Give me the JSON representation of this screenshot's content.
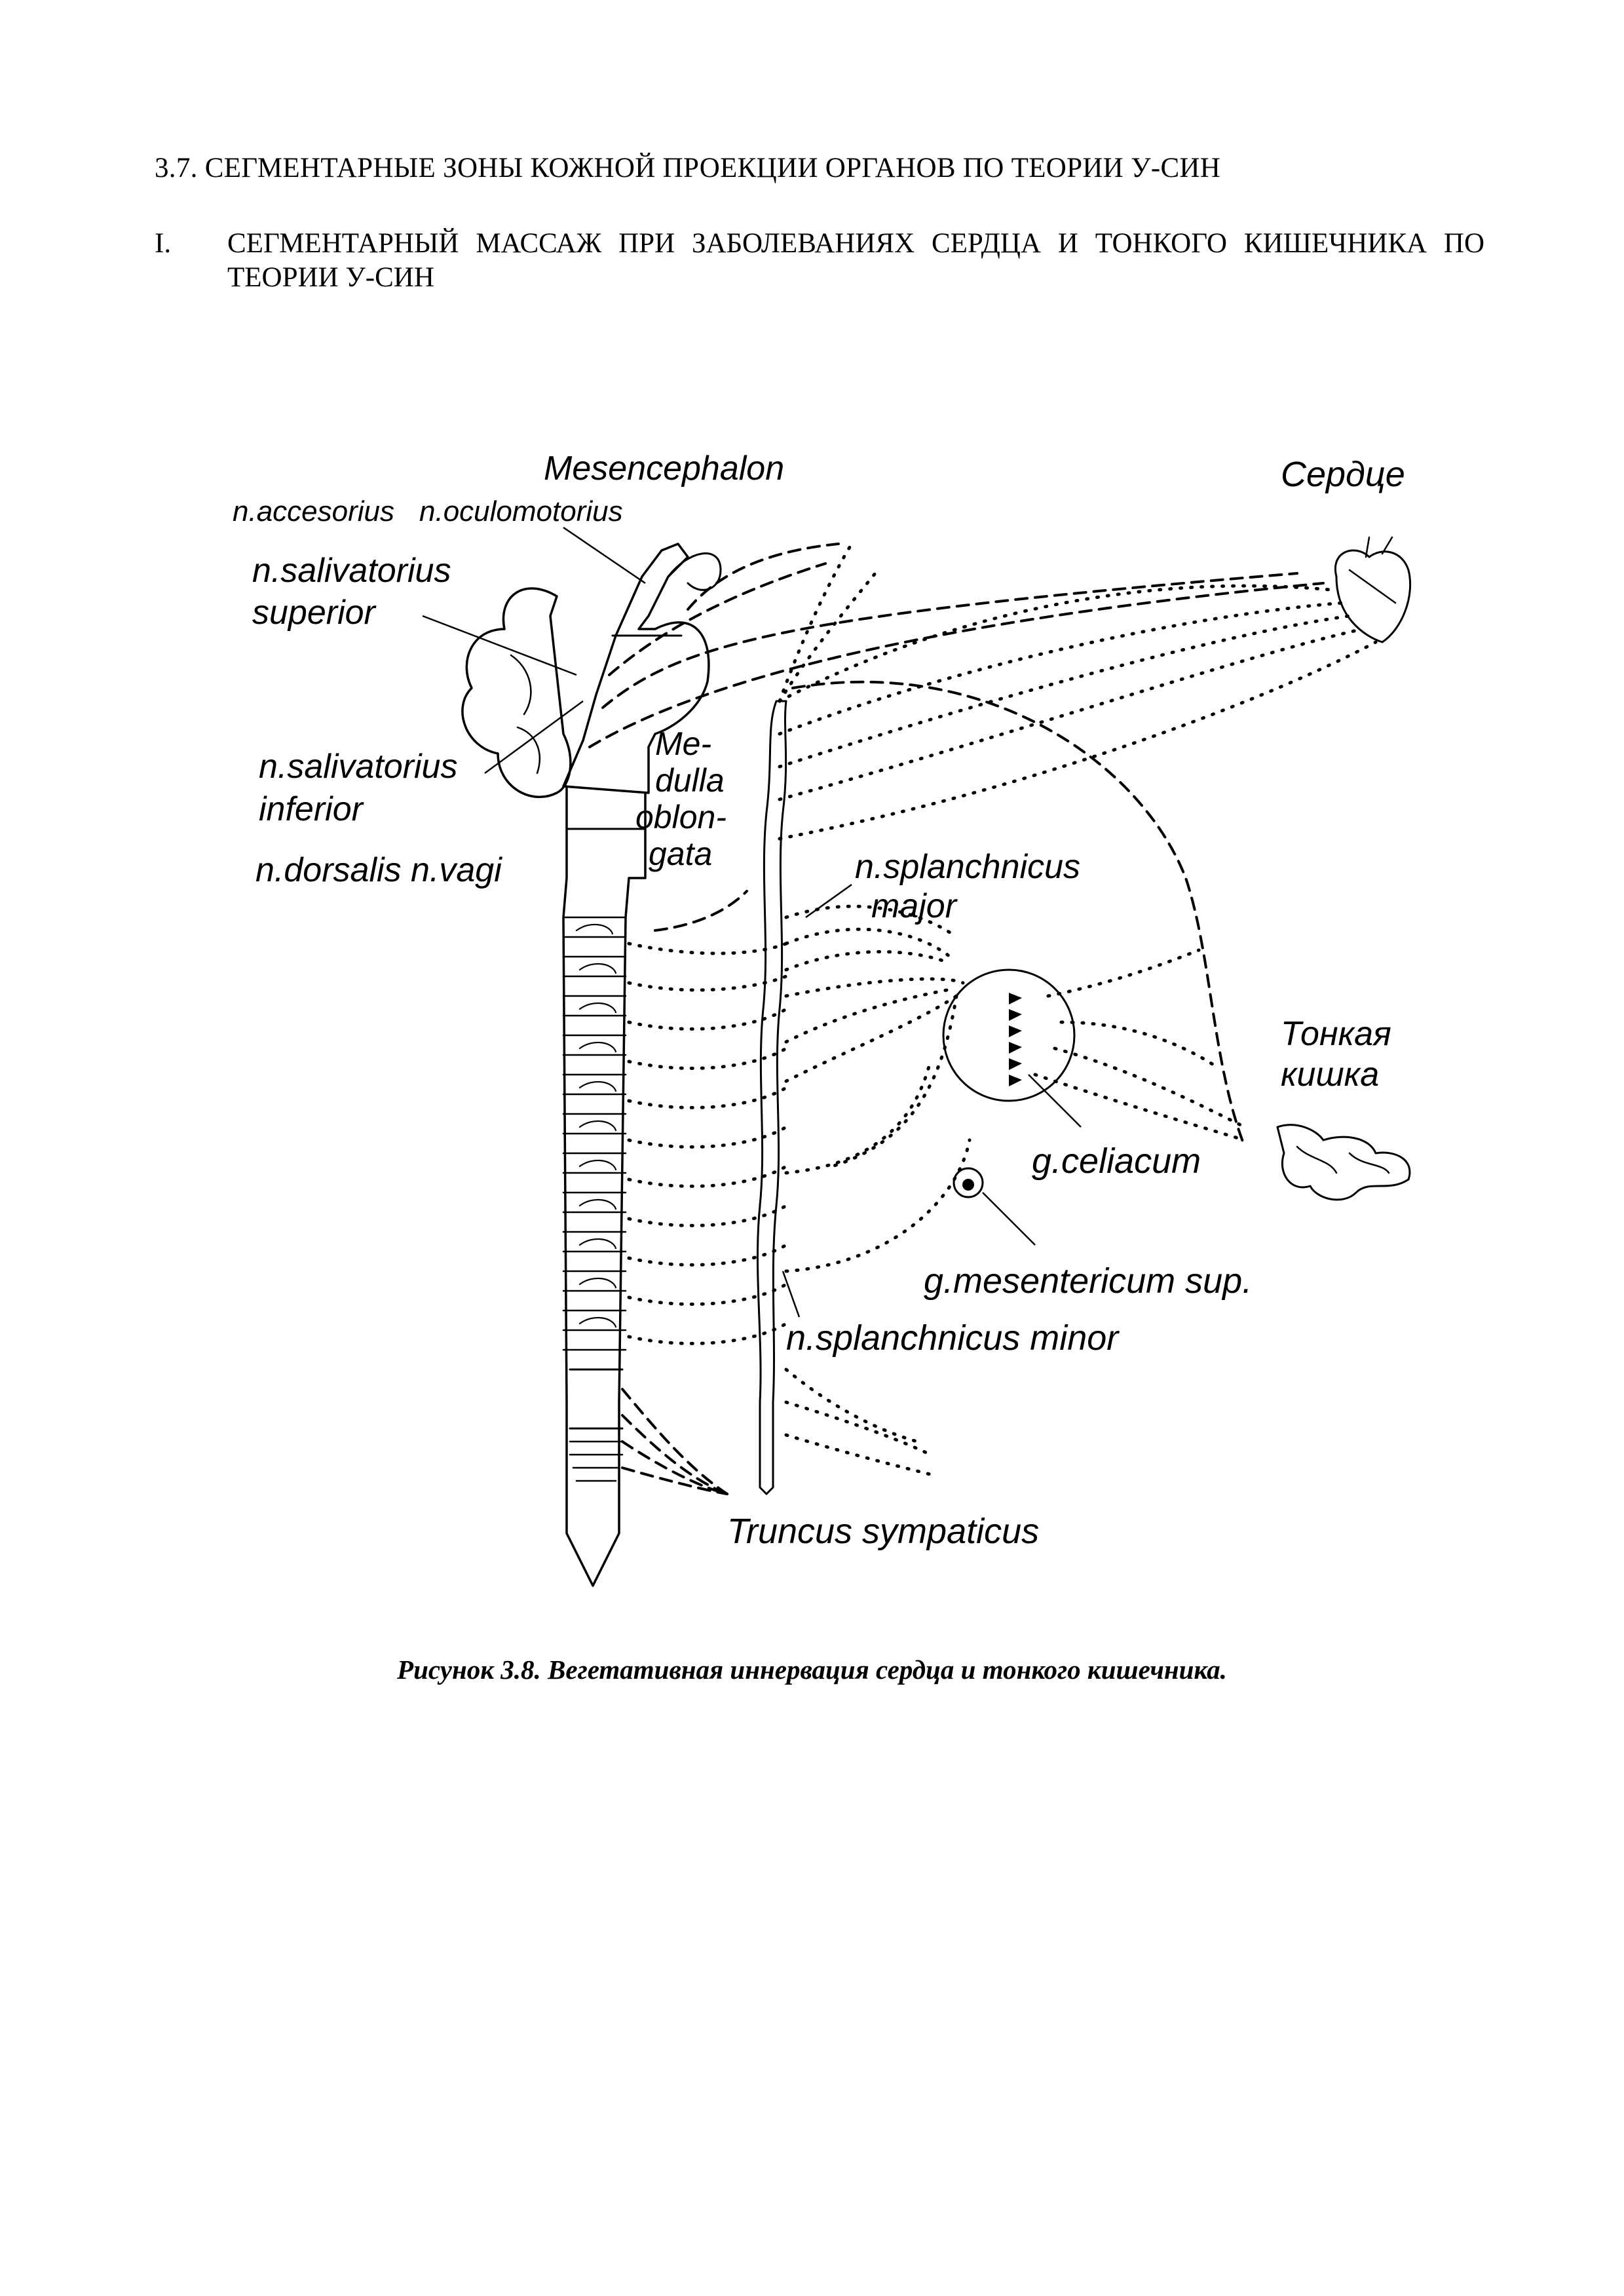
{
  "heading": "3.7. СЕГМЕНТАРНЫЕ ЗОНЫ КОЖНОЙ ПРОЕКЦИИ ОРГАНОВ ПО ТЕОРИИ У-СИН",
  "subsection": {
    "number": "I.",
    "text": "СЕГМЕНТАРНЫЙ МАССАЖ ПРИ ЗАБОЛЕВАНИЯХ СЕРДЦА И ТОНКОГО КИШЕЧНИКА ПО ТЕОРИИ У-СИН"
  },
  "figure": {
    "labels": {
      "mesencephalon": "Mesencephalon",
      "n_accesorius": "n.accesorius",
      "n_oculomotorius": "n.oculomotorius",
      "n_salivatorius_superior_1": "n.salivatorius",
      "n_salivatorius_superior_2": "superior",
      "n_salivatorius_inferior_1": "n.salivatorius",
      "n_salivatorius_inferior_2": "inferior",
      "n_dorsalis": "n.dorsalis n.vagi",
      "medulla_1": "Me-",
      "medulla_2": "dulla",
      "medulla_3": "oblon-",
      "medulla_4": "gata",
      "heart": "Сердце",
      "splanchnicus_major_1": "n.splanchnicus",
      "splanchnicus_major_2": "major",
      "intestine_1": "Тонкая",
      "intestine_2": "кишка",
      "celiacum": "g.celiacum",
      "mesentericum": "g.mesentericum sup.",
      "splanchnicus_minor": "n.splanchnicus minor",
      "truncus": "Truncus sympaticus"
    }
  },
  "caption": "Рисунок 3.8. Вегетативная иннервация сердца и тонкого кишечника."
}
